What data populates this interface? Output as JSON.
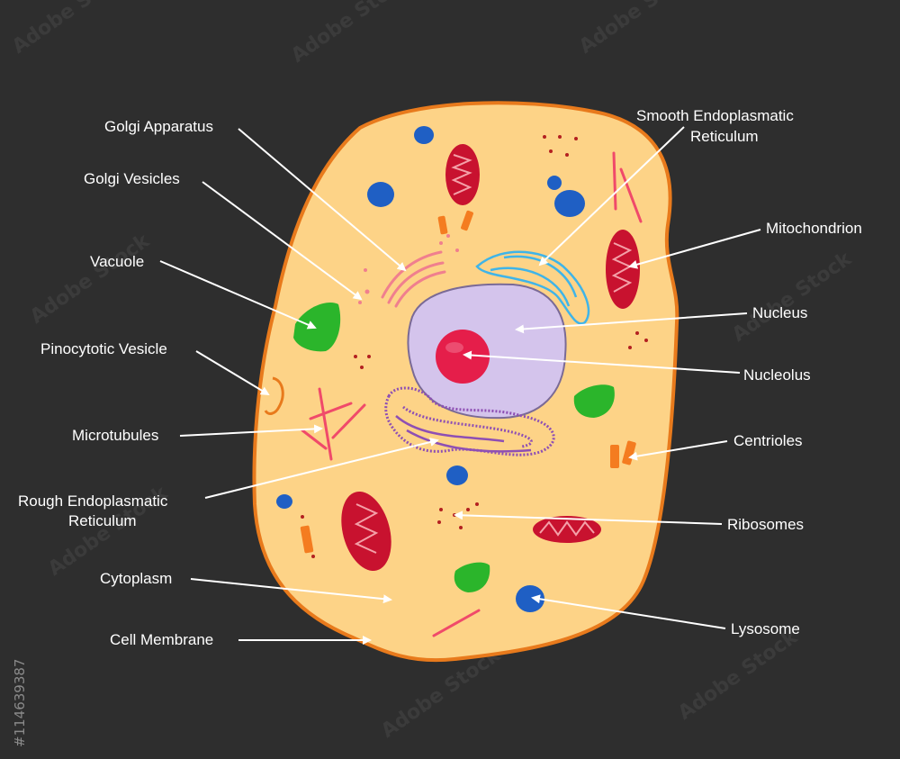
{
  "labels": {
    "golgi_apparatus": "Golgi Apparatus",
    "golgi_vesicles": "Golgi Vesicles",
    "vacuole": "Vacuole",
    "pinocytotic_vesicle": "Pinocytotic Vesicle",
    "microtubules": "Microtubules",
    "rough_er_line1": "Rough Endoplasmatic",
    "rough_er_line2": "Reticulum",
    "cytoplasm": "Cytoplasm",
    "cell_membrane": "Cell Membrane",
    "smooth_er_line1": "Smooth Endoplasmatic",
    "smooth_er_line2": "Reticulum",
    "mitochondrion": "Mitochondrion",
    "nucleus": "Nucleus",
    "nucleolus": "Nucleolus",
    "centrioles": "Centrioles",
    "ribosomes": "Ribosomes",
    "lysosome": "Lysosome"
  },
  "watermark": "Adobe Stock",
  "stock_id": "#114639387",
  "colors": {
    "background": "#2e2e2e",
    "cytoplasm": "#fdd387",
    "membrane": "#e87a1c",
    "nucleus": "#d4c4ec",
    "nucleolus": "#e51e4a",
    "mitochondrion": "#c8122f",
    "vacuole": "#2bb52b",
    "lysosome": "#1f5fc4",
    "rough_er": "#8e4fb4",
    "smooth_er": "#3fb4e8",
    "golgi": "#f07f8e",
    "microtubule": "#f04a6a",
    "ribosome": "#b32020",
    "centriole": "#f47c20"
  }
}
